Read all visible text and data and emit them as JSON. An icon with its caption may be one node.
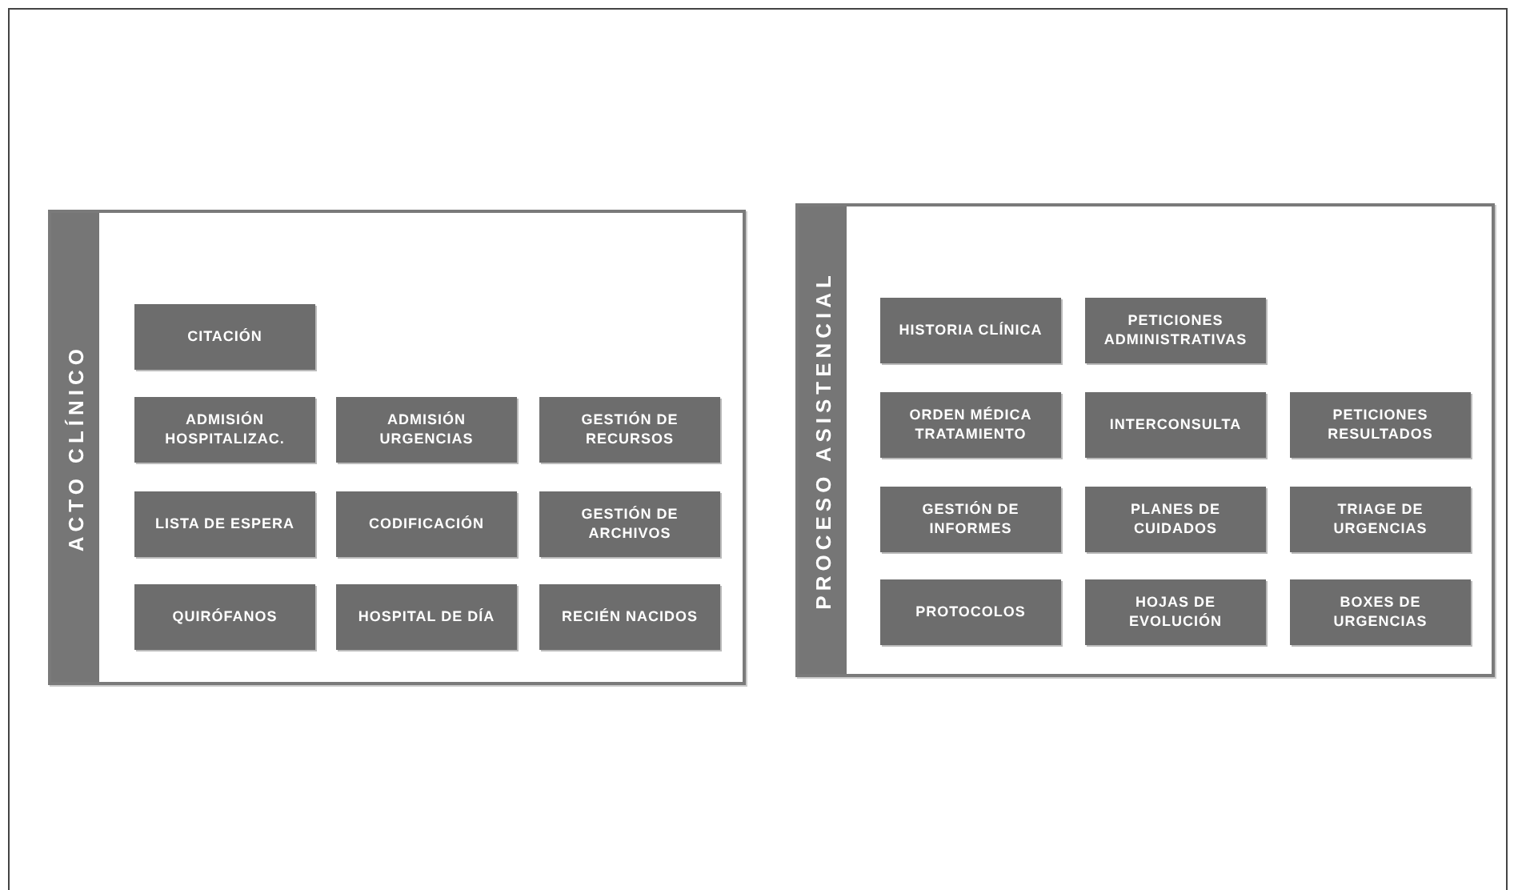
{
  "diagram": {
    "nodes": [
      {
        "text": [
          "ACTO CLÍNICO"
        ]
      },
      {
        "text": [
          "CITACIÓN"
        ],
        "in": 0
      },
      {
        "text": [
          "ADMISIÓN HOSPITALIZAC."
        ],
        "in": 0
      },
      {
        "text": [
          "ADMISIÓN URGENCIAS"
        ],
        "in": 0
      },
      {
        "text": [
          "GESTIÓN DE RECURSOS"
        ],
        "in": 0
      },
      {
        "text": [
          "LISTA DE ESPERA"
        ],
        "in": 0
      },
      {
        "text": [
          "CODIFICACIÓN"
        ],
        "in": 0
      },
      {
        "text": [
          "GESTIÓN DE ARCHIVOS"
        ],
        "in": 0
      },
      {
        "text": [
          "QUIRÓFANOS"
        ],
        "in": 0
      },
      {
        "text": [
          "HOSPITAL DE DÍA"
        ],
        "in": 0
      },
      {
        "text": [
          "RECIÉN NACIDOS"
        ],
        "in": 0
      },
      {
        "text": [
          "PROCESO ASISTENCIAL"
        ]
      },
      {
        "text": [
          "HISTORIA CLÍNICA"
        ],
        "in": 11
      },
      {
        "text": [
          "PETICIONES ADMINISTRATIVAS"
        ],
        "in": 11
      },
      {
        "text": [
          "ORDEN MÉDICA TRATAMIENTO"
        ],
        "in": 11
      },
      {
        "text": [
          "INTERCONSULTA"
        ],
        "in": 11
      },
      {
        "text": [
          "PETICIONES RESULTADOS"
        ],
        "in": 11
      },
      {
        "text": [
          "GESTIÓN DE INFORMES"
        ],
        "in": 11
      },
      {
        "text": [
          "PLANES DE CUIDADOS"
        ],
        "in": 11
      },
      {
        "text": [
          "TRIAGE DE URGENCIAS"
        ],
        "in": 11
      },
      {
        "text": [
          "PROTOCOLOS"
        ],
        "in": 11
      },
      {
        "text": [
          "HOJAS DE EVOLUCIÓN"
        ],
        "in": 11
      },
      {
        "text": [
          "BOXES DE URGENCIAS"
        ],
        "in": 11
      }
    ],
    "edges": []
  }
}
